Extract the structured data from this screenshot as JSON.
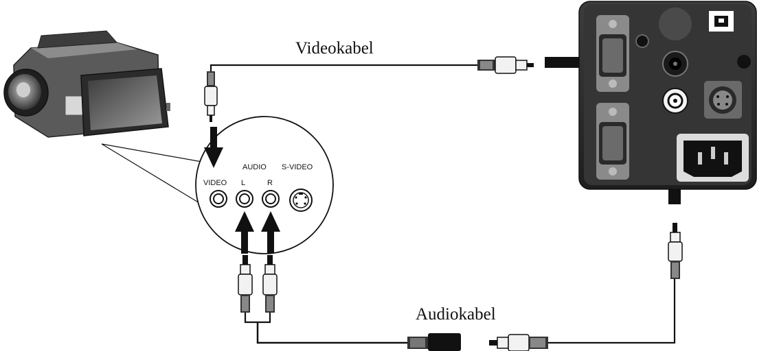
{
  "labels": {
    "video_cable": "Videokabel",
    "audio_cable": "Audiokabel"
  },
  "camcorder_panel": {
    "video": "VIDEO",
    "audio": "AUDIO",
    "left": "L",
    "right": "R",
    "s_video": "S-VIDEO"
  },
  "colors": {
    "line": "#111111",
    "projector_body": "#2b2b2b",
    "projector_panel": "#3a3a3a",
    "background": "#ffffff"
  }
}
